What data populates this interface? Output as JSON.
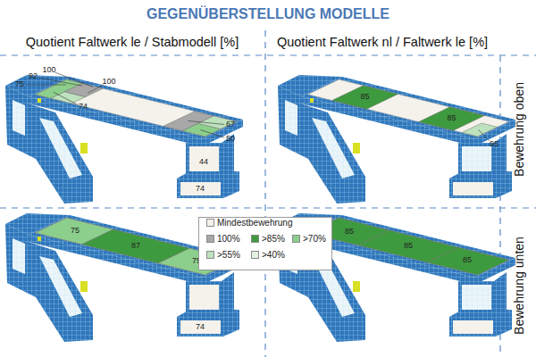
{
  "diagram": {
    "title": "GEGENÜBERSTELLUNG MODELLE",
    "labels": [
      "Quotient Faltwerk le / Stabmodell [%]",
      "Quotient Faltwerk nl / Faltwerk le [%]",
      "Bewehrung oben",
      "Bewehrung unten",
      "75",
      "92",
      "100",
      "100",
      "74",
      "67",
      "50",
      "44",
      "74",
      "85",
      "85",
      "95",
      "75",
      "87",
      "75",
      "74",
      "85",
      "85",
      "85"
    ],
    "legend": [
      {
        "text": "Mindestbewehrung",
        "color": "#f4f2ea"
      },
      {
        "text": "100%",
        "color": "#a8a8a8"
      },
      {
        "text": ">85%",
        "color": "#3e9a3e"
      },
      {
        "text": ">70%",
        "color": "#8ccf8c"
      },
      {
        "text": ">55%",
        "color": "#bde2bd"
      },
      {
        "text": ">40%",
        "color": "#e2f1e2"
      }
    ]
  }
}
